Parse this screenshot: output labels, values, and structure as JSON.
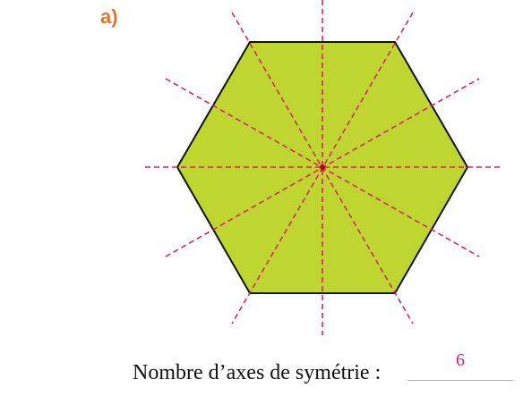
{
  "exercise": {
    "label": "a)",
    "question": "Nombre d’axes de symétrie :",
    "answer": "6"
  },
  "figure": {
    "shape": "regular-hexagon",
    "fill_color": "#bfd630",
    "outline_color": "#111111",
    "axis_color": "#d81b60",
    "center_color": "#b3001b",
    "axes_of_symmetry": 6
  }
}
